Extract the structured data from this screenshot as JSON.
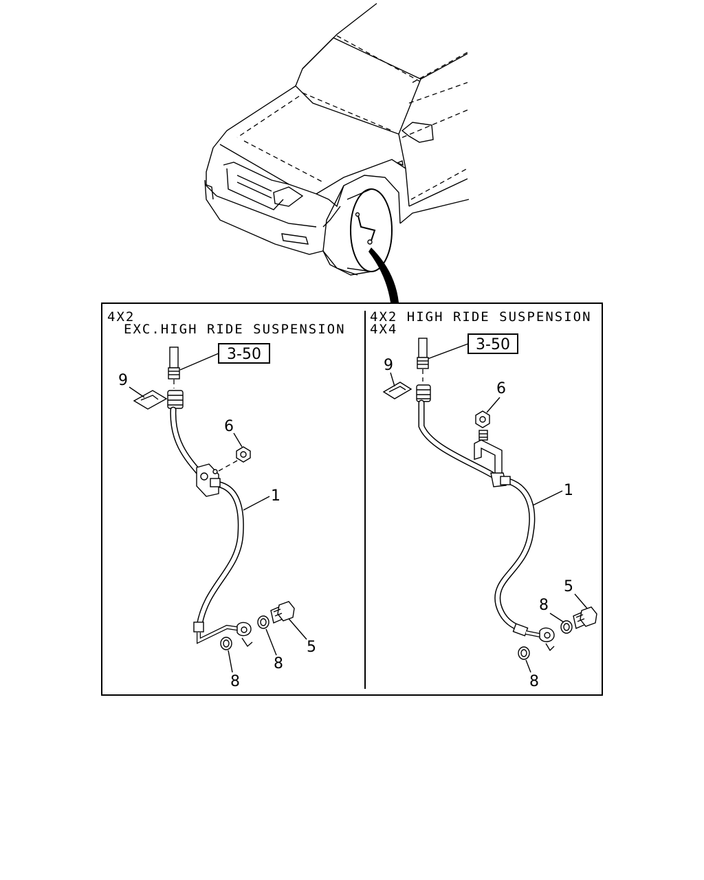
{
  "left_panel": {
    "title_line1": "4X2",
    "title_line2": "EXC.HIGH RIDE SUSPENSION",
    "ref_box": "3-50",
    "callouts": {
      "c9": "9",
      "c6": "6",
      "c1": "1",
      "c5": "5",
      "c8a": "8",
      "c8b": "8"
    }
  },
  "right_panel": {
    "title_line1": "4X2 HIGH RIDE SUSPENSION",
    "title_line2": "4X4",
    "ref_box": "3-50",
    "callouts": {
      "c9": "9",
      "c6": "6",
      "c1": "1",
      "c5": "5",
      "c8a": "8",
      "c8b": "8"
    }
  },
  "colors": {
    "ink": "#000000",
    "paper": "#ffffff"
  }
}
